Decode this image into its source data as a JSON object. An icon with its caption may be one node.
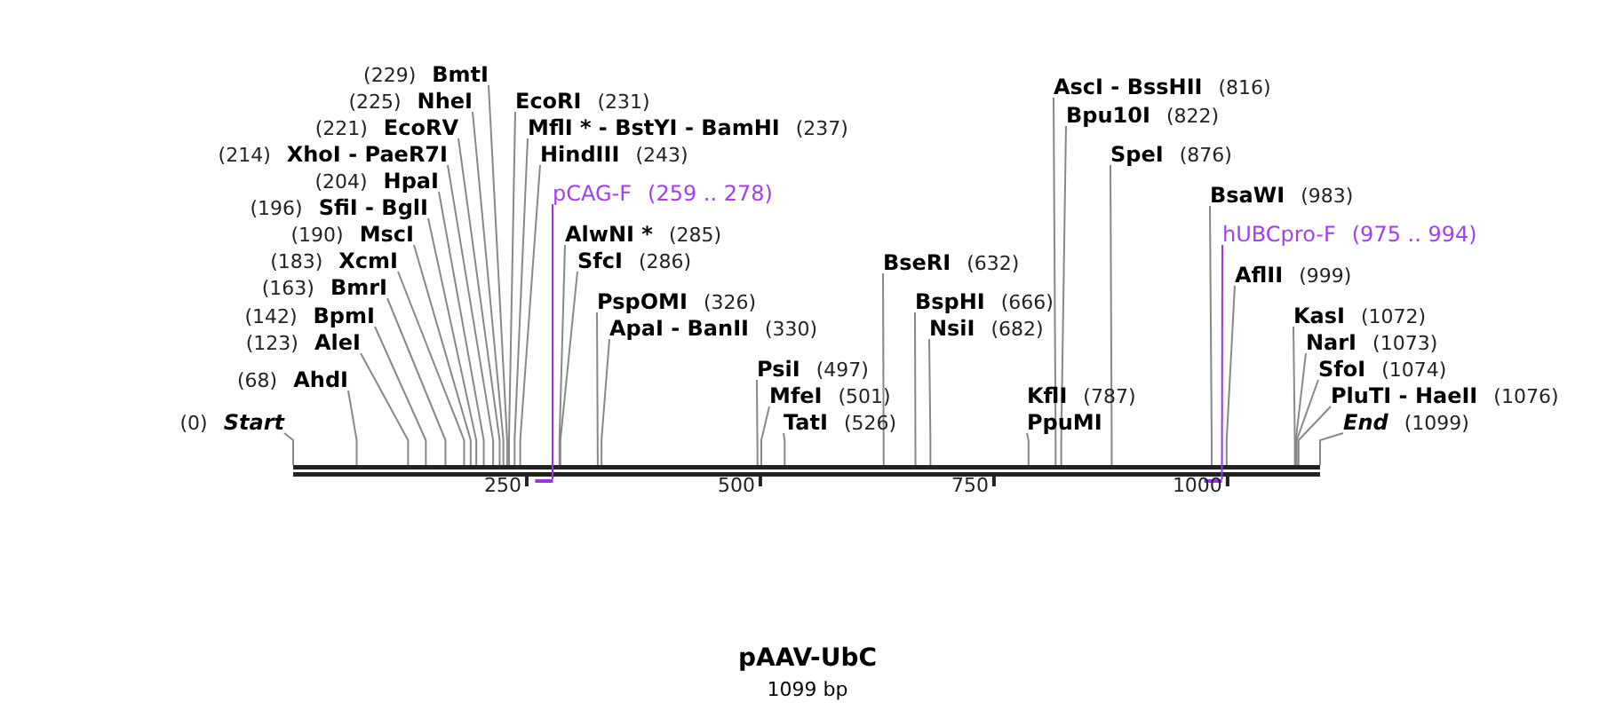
{
  "diagram": {
    "title": "pAAV-UbC",
    "caption": "1099 bp",
    "nodes": [
      {
        "text": [
          "(0)",
          "Start"
        ]
      },
      {
        "text": [
          "(68)",
          "AhdI"
        ]
      },
      {
        "text": [
          "(123)",
          "AleI"
        ]
      },
      {
        "text": [
          "(142)",
          "BpmI"
        ]
      },
      {
        "text": [
          "(163)",
          "BmrI"
        ]
      },
      {
        "text": [
          "(183)",
          "XcmI"
        ]
      },
      {
        "text": [
          "(190)",
          "MscI"
        ]
      },
      {
        "text": [
          "(196)",
          "SfiI - BglI"
        ]
      },
      {
        "text": [
          "(204)",
          "HpaI"
        ]
      },
      {
        "text": [
          "(214)",
          "XhoI - PaeR7I"
        ]
      },
      {
        "text": [
          "(221)",
          "EcoRV"
        ]
      },
      {
        "text": [
          "(225)",
          "NheI"
        ]
      },
      {
        "text": [
          "(229)",
          "BmtI"
        ]
      },
      {
        "text": [
          "EcoRI",
          "(231)"
        ]
      },
      {
        "text": [
          "MflI * - BstYI - BamHI",
          "(237)"
        ]
      },
      {
        "text": [
          "HindIII",
          "(243)"
        ]
      },
      {
        "text": [
          "pCAG-F",
          "(259 .. 278)"
        ]
      },
      {
        "text": [
          "AlwNI *",
          "(285)"
        ]
      },
      {
        "text": [
          "SfcI",
          "(286)"
        ]
      },
      {
        "text": [
          "PspOMI",
          "(326)"
        ]
      },
      {
        "text": [
          "ApaI - BanII",
          "(330)"
        ]
      },
      {
        "text": [
          "PsiI",
          "(497)"
        ]
      },
      {
        "text": [
          "MfeI",
          "(501)"
        ]
      },
      {
        "text": [
          "TatI",
          "(526)"
        ]
      },
      {
        "text": [
          "BseRI",
          "(632)"
        ]
      },
      {
        "text": [
          "BspHI",
          "(666)"
        ]
      },
      {
        "text": [
          "NsiI",
          "(682)"
        ]
      },
      {
        "text": [
          "KflI",
          "(787)",
          "PpuMI"
        ]
      },
      {
        "text": [
          "AscI - BssHII",
          "(816)"
        ]
      },
      {
        "text": [
          "Bpu10I",
          "(822)"
        ]
      },
      {
        "text": [
          "SpeI",
          "(876)"
        ]
      },
      {
        "text": [
          "hUBCpro-F",
          "(975 .. 994)"
        ]
      },
      {
        "text": [
          "BsaWI",
          "(983)"
        ]
      },
      {
        "text": [
          "AflII",
          "(999)"
        ]
      },
      {
        "text": [
          "KasI",
          "(1072)"
        ]
      },
      {
        "text": [
          "NarI",
          "(1073)"
        ]
      },
      {
        "text": [
          "SfoI",
          "(1074)"
        ]
      },
      {
        "text": [
          "PluTI - HaeII",
          "(1076)"
        ]
      },
      {
        "text": [
          "End",
          "(1099)"
        ]
      },
      {
        "text": [],
        "shape": "bar"
      },
      {
        "text": [],
        "shape": "bar"
      },
      {
        "text": [],
        "shape": "bar"
      }
    ],
    "edges": [
      {
        "from": 0,
        "to": 39,
        "arrow": "none"
      },
      {
        "from": 1,
        "to": 39,
        "arrow": "none"
      },
      {
        "from": 2,
        "to": 39,
        "arrow": "none"
      },
      {
        "from": 3,
        "to": 39,
        "arrow": "none"
      },
      {
        "from": 4,
        "to": 39,
        "arrow": "none"
      },
      {
        "from": 5,
        "to": 39,
        "arrow": "none"
      },
      {
        "from": 6,
        "to": 39,
        "arrow": "none"
      },
      {
        "from": 7,
        "to": 39,
        "arrow": "none"
      },
      {
        "from": 8,
        "to": 39,
        "arrow": "none"
      },
      {
        "from": 9,
        "to": 39,
        "arrow": "none"
      },
      {
        "from": 10,
        "to": 39,
        "arrow": "none"
      },
      {
        "from": 11,
        "to": 39,
        "arrow": "none"
      },
      {
        "from": 12,
        "to": 39,
        "arrow": "none"
      },
      {
        "from": 13,
        "to": 39,
        "arrow": "none"
      },
      {
        "from": 14,
        "to": 39,
        "arrow": "none"
      },
      {
        "from": 15,
        "to": 39,
        "arrow": "none"
      },
      {
        "from": 16,
        "to": 40,
        "arrow": "none",
        "color": "#9933ee"
      },
      {
        "from": 17,
        "to": 39,
        "arrow": "none"
      },
      {
        "from": 18,
        "to": 39,
        "arrow": "none"
      },
      {
        "from": 19,
        "to": 39,
        "arrow": "none"
      },
      {
        "from": 20,
        "to": 39,
        "arrow": "none"
      },
      {
        "from": 21,
        "to": 39,
        "arrow": "none"
      },
      {
        "from": 22,
        "to": 39,
        "arrow": "none"
      },
      {
        "from": 23,
        "to": 39,
        "arrow": "none"
      },
      {
        "from": 24,
        "to": 39,
        "arrow": "none"
      },
      {
        "from": 25,
        "to": 39,
        "arrow": "none"
      },
      {
        "from": 26,
        "to": 39,
        "arrow": "none"
      },
      {
        "from": 27,
        "to": 39,
        "arrow": "none"
      },
      {
        "from": 28,
        "to": 39,
        "arrow": "none"
      },
      {
        "from": 29,
        "to": 39,
        "arrow": "none"
      },
      {
        "from": 30,
        "to": 39,
        "arrow": "none"
      },
      {
        "from": 31,
        "to": 41,
        "arrow": "none",
        "color": "#9933ee"
      },
      {
        "from": 32,
        "to": 39,
        "arrow": "none"
      },
      {
        "from": 33,
        "to": 39,
        "arrow": "none"
      },
      {
        "from": 34,
        "to": 39,
        "arrow": "none"
      },
      {
        "from": 35,
        "to": 39,
        "arrow": "none"
      },
      {
        "from": 36,
        "to": 39,
        "arrow": "none"
      },
      {
        "from": 37,
        "to": 39,
        "arrow": "none"
      },
      {
        "from": 38,
        "to": 39,
        "arrow": "none"
      }
    ],
    "labels": [
      "250",
      "500",
      "750",
      "1000"
    ]
  }
}
